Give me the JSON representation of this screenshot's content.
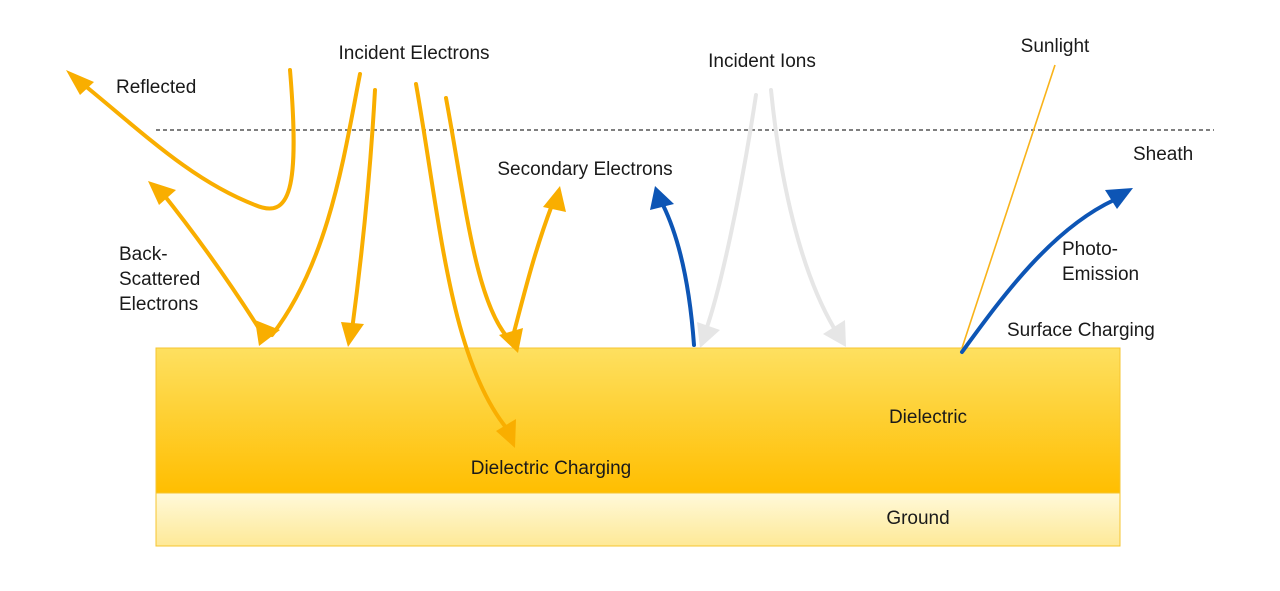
{
  "labels": {
    "incident_electrons": "Incident Electrons",
    "reflected": "Reflected",
    "incident_ions": "Incident Ions",
    "sunlight": "Sunlight",
    "sheath": "Sheath",
    "secondary_electrons": "Secondary Electrons",
    "back_scattered": [
      "Back-",
      "Scattered",
      "Electrons"
    ],
    "photo_emission": [
      "Photo-",
      "Emission"
    ],
    "surface_charging": "Surface Charging",
    "dielectric": "Dielectric",
    "dielectric_charging": "Dielectric Charging",
    "ground": "Ground"
  },
  "colors": {
    "electron": "#F9AE00",
    "ion": "#E6E6E6",
    "photo": "#0D55B5",
    "sunlight": "#F9B31A",
    "sheath_line": "#333333",
    "dielectric_top": "#FEE060",
    "dielectric_bottom": "#FFBE00",
    "ground_top": "#FFF9DA",
    "ground_bottom": "#FEE997"
  }
}
